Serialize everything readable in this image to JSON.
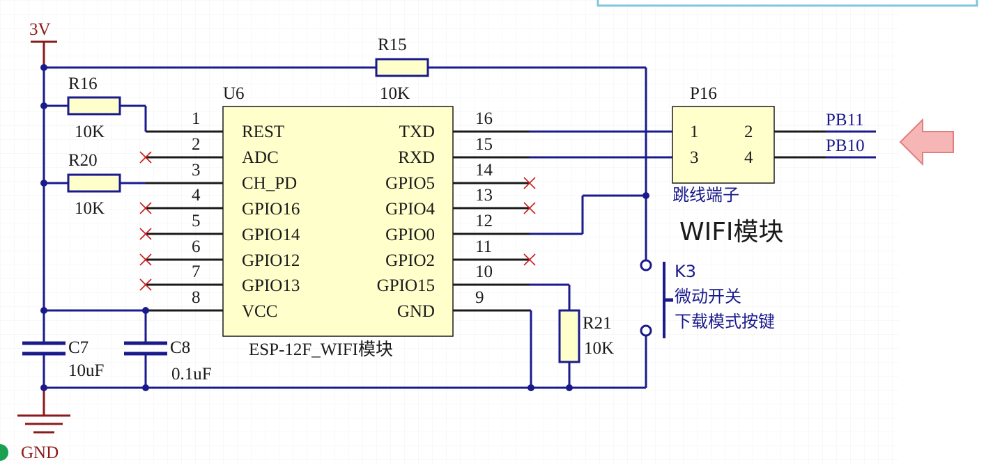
{
  "power": {
    "vcc_label": "3V",
    "gnd_label": "GND"
  },
  "module": {
    "designator": "U6",
    "name": "ESP-12F_WIFI模块",
    "left_pins": [
      {
        "num": "1",
        "name": "REST"
      },
      {
        "num": "2",
        "name": "ADC"
      },
      {
        "num": "3",
        "name": "CH_PD"
      },
      {
        "num": "4",
        "name": "GPIO16"
      },
      {
        "num": "5",
        "name": "GPIO14"
      },
      {
        "num": "6",
        "name": "GPIO12"
      },
      {
        "num": "7",
        "name": "GPIO13"
      },
      {
        "num": "8",
        "name": "VCC"
      }
    ],
    "right_pins": [
      {
        "num": "16",
        "name": "TXD"
      },
      {
        "num": "15",
        "name": "RXD"
      },
      {
        "num": "14",
        "name": "GPIO5"
      },
      {
        "num": "13",
        "name": "GPIO4"
      },
      {
        "num": "12",
        "name": "GPIO0"
      },
      {
        "num": "11",
        "name": "GPIO2"
      },
      {
        "num": "10",
        "name": "GPIO15"
      },
      {
        "num": "9",
        "name": "GND"
      }
    ]
  },
  "resistors": {
    "r15": {
      "name": "R15",
      "value": "10K"
    },
    "r16": {
      "name": "R16",
      "value": "10K"
    },
    "r20": {
      "name": "R20",
      "value": "10K"
    },
    "r21": {
      "name": "R21",
      "value": "10K"
    }
  },
  "capacitors": {
    "c7": {
      "name": "C7",
      "value": "10uF"
    },
    "c8": {
      "name": "C8",
      "value": "0.1uF"
    }
  },
  "header": {
    "designator": "P16",
    "pins": [
      "1",
      "2",
      "3",
      "4"
    ],
    "caption": "跳线端子",
    "net1": "PB11",
    "net2": "PB10"
  },
  "switch": {
    "designator": "K3",
    "line1": "微动开关",
    "line2": "下载模式按键"
  },
  "title": "WIFI模块",
  "colors": {
    "wire": "#1a1a8c",
    "power": "#8b1a1a",
    "body": "#ffffcc",
    "arrow": "#f6b6b6"
  }
}
